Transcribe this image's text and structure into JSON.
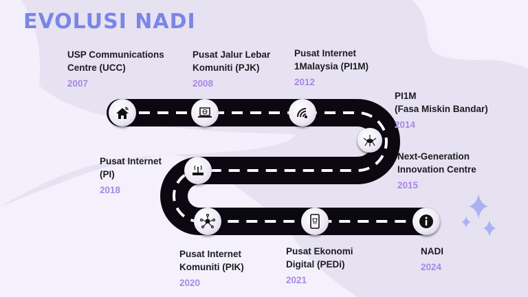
{
  "title": "EVOLUSI NADI",
  "colors": {
    "title": "#7a86e6",
    "year": "#a787e6",
    "road": "#0c0812",
    "background": "#f3f0fb",
    "sparkle": "#aab3f0"
  },
  "milestones": [
    {
      "name": "USP Communications\nCentre (UCC)",
      "year": "2007",
      "icon": "home-wifi-icon"
    },
    {
      "name": "Pusat Jalur Lebar\nKomuniti (PJK)",
      "year": "2008",
      "icon": "laptop-globe-icon"
    },
    {
      "name": "Pusat Internet\n1Malaysia (PI1M)",
      "year": "2012",
      "icon": "wifi-signal-icon"
    },
    {
      "name": "PI1M\n(Fasa Miskin Bandar)",
      "year": "2014",
      "icon": "cloud-network-icon"
    },
    {
      "name": "Next-Generation\nInnovation Centre",
      "year": "2015",
      "icon": "cloud-network-icon"
    },
    {
      "name": "Pusat Internet\n(PI)",
      "year": "2018",
      "icon": "router-icon"
    },
    {
      "name": "Pusat Internet\nKomuniti (PIK)",
      "year": "2020",
      "icon": "network-hub-icon"
    },
    {
      "name": "Pusat Ekonomi\nDigital (PEDi)",
      "year": "2021",
      "icon": "mobile-cart-icon"
    },
    {
      "name": "NADI",
      "year": "2024",
      "icon": "info-icon"
    }
  ]
}
